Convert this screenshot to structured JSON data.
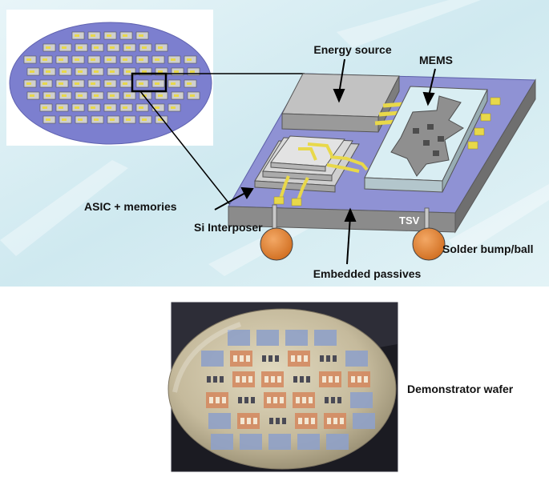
{
  "labels": {
    "energy_source": "Energy source",
    "mems": "MEMS",
    "asic_memories": "ASIC + memories",
    "si_interposer": "Si Interposer",
    "tsv": "TSV",
    "solder_bump": "Solder bump/ball",
    "embedded_passives": "Embedded passives",
    "demonstrator_wafer": "Demonstrator wafer"
  },
  "colors": {
    "background_top": "#d7eef3",
    "substrate_top": "#8f92d4",
    "substrate_side": "#8a8a8a",
    "solder": "#e3802e",
    "trace": "#e8d84a",
    "wafer": "#c7bda2",
    "die_blue": "#8fa1c8",
    "die_orange": "#d48b62"
  }
}
